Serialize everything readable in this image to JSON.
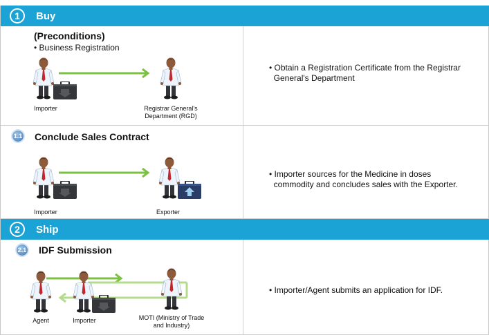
{
  "sections": [
    {
      "number": "1",
      "label": "Buy"
    },
    {
      "number": "2",
      "label": "Ship"
    }
  ],
  "preconditions": {
    "title": "(Preconditions)",
    "item": "• Business Registration",
    "actors": [
      "Importer",
      "Registrar General's Department (RGD)"
    ],
    "description": "• Obtain a Registration Certificate from the Registrar\n  General's Department"
  },
  "step_1_1": {
    "badge": "1.1",
    "title": "Conclude Sales Contract",
    "actors": [
      "Importer",
      "Exporter"
    ],
    "description": "• Importer sources for the Medicine in doses\n  commodity and concludes sales with the Exporter."
  },
  "step_2_1": {
    "badge": "2.1",
    "title": "IDF Submission",
    "actors": [
      "Agent",
      "Importer",
      "MOTI (Ministry of Trade and Industry)"
    ],
    "description": "• Importer/Agent submits an application for IDF."
  },
  "colors": {
    "section_bar": "#1aa3d4",
    "arrow": "#7dc142",
    "arrow_light": "#b4dc8c"
  }
}
